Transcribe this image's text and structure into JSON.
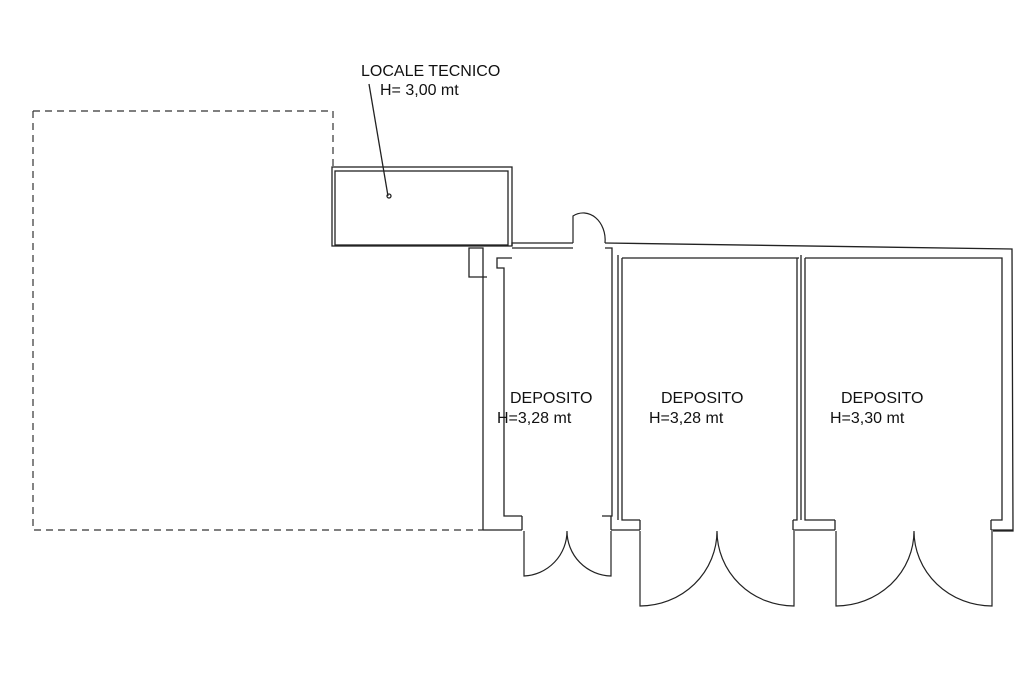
{
  "plan": {
    "locale_tecnico": {
      "name": "LOCALE TECNICO",
      "height": "H= 3,00 mt"
    },
    "rooms": [
      {
        "name": "DEPOSITO",
        "height": "H=3,28 mt"
      },
      {
        "name": "DEPOSITO",
        "height": "H=3,28 mt"
      },
      {
        "name": "DEPOSITO",
        "height": "H=3,30 mt"
      }
    ]
  }
}
